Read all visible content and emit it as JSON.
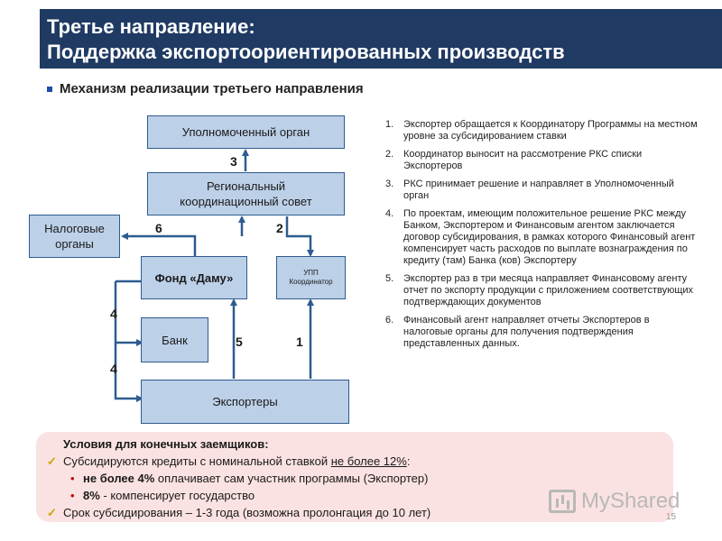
{
  "header": {
    "title_line1": "Третье направление:",
    "title_line2": "Поддержка экспортоориентированных производств"
  },
  "subtitle": "Механизм реализации третьего направления",
  "diagram": {
    "boxes": {
      "authorized_body": "Уполномоченный орган",
      "regional_council_line1": "Региональный",
      "regional_council_line2": "координационный совет",
      "tax_line1": "Налоговые",
      "tax_line2": "органы",
      "fund": "Фонд «Даму»",
      "upp_line1": "УПП",
      "upp_line2": "Координатор",
      "bank": "Банк",
      "exporters": "Экспортеры"
    },
    "labels": {
      "l3": "3",
      "l6": "6",
      "l2": "2",
      "l4a": "4",
      "l4b": "4",
      "l5": "5",
      "l1": "1"
    },
    "colors": {
      "box_fill": "#bcd0e8",
      "box_border": "#2e5b90",
      "arrow": "#2e5b90"
    }
  },
  "steps": [
    {
      "n": "1.",
      "text": "Экспортер обращается к Координатору Программы на местном уровне за субсидированием ставки"
    },
    {
      "n": "2.",
      "text": "Координатор выносит на рассмотрение РКС списки Экспортеров"
    },
    {
      "n": "3.",
      "text": "РКС принимает решение и направляет в Уполномоченный орган"
    },
    {
      "n": "4.",
      "text": "По проектам, имеющим положительное решение РКС между Банком, Экспортером и Финансовым агентом заключается договор субсидирования, в рамках которого Финансовый агент компенсирует часть расходов по выплате вознаграждения по кредиту (там) Банка (ков) Экспортеру"
    },
    {
      "n": "5.",
      "text": "Экспортер раз в три месяца направляет Финансовому агенту отчет по экспорту продукции с приложением соответствующих подтверждающих документов"
    },
    {
      "n": "6.",
      "text": "Финансовый агент направляет отчеты Экспортеров в налоговые органы для получения подтверждения представленных данных."
    }
  ],
  "conditions": {
    "title": "Условия для конечных заемщиков:",
    "line1_pre": "Субсидируются кредиты с номинальной ставкой ",
    "line1_u": "не более 12%",
    "line1_post": ":",
    "sub1_b": "не более 4%",
    "sub1_rest": " оплачивает сам участник программы (Экспортер)",
    "sub2_b": "8%",
    "sub2_rest": " - компенсирует государство",
    "line2": "Срок субсидирования – 1-3 года (возможна пролонгация до 10 лет)",
    "colors": {
      "background": "#fbe2e2",
      "check": "#c9a400",
      "dot": "#c00000"
    }
  },
  "watermark": "MyShared",
  "page_number": "15"
}
